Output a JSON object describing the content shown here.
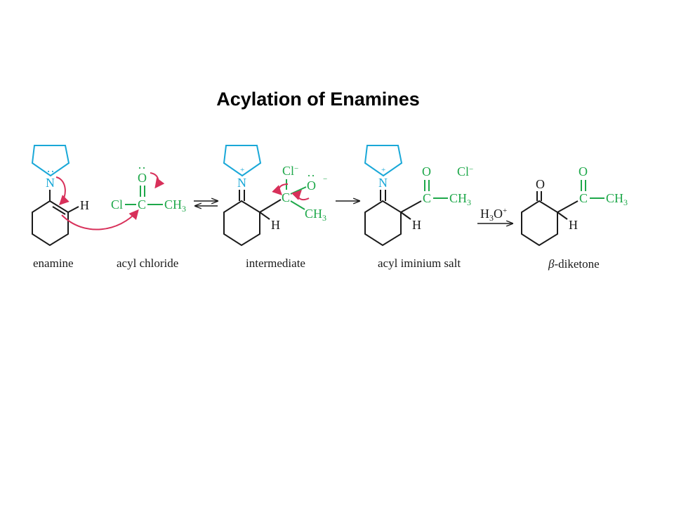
{
  "title": "Acylation of Enamines",
  "colors": {
    "nitrogen": "#1aa8d8",
    "carbonyl": "#1ea84a",
    "arrow": "#d8305a",
    "bond": "#1a1a1a"
  },
  "labels": {
    "enamine": "enamine",
    "acyl_chloride": "acyl chloride",
    "intermediate": "intermediate",
    "acyl_iminium_salt": "acyl iminium salt",
    "beta_prefix": "β",
    "diketone": "-diketone"
  },
  "atoms": {
    "N": "N",
    "H": "H",
    "O": "O",
    "C": "C",
    "Cl": "Cl",
    "CH": "CH",
    "three": "3",
    "minus": "−",
    "plus": "+",
    "lone_pair": "··",
    "H3O_H": "H",
    "H3O_O": "O",
    "H3O_plus": "+"
  }
}
